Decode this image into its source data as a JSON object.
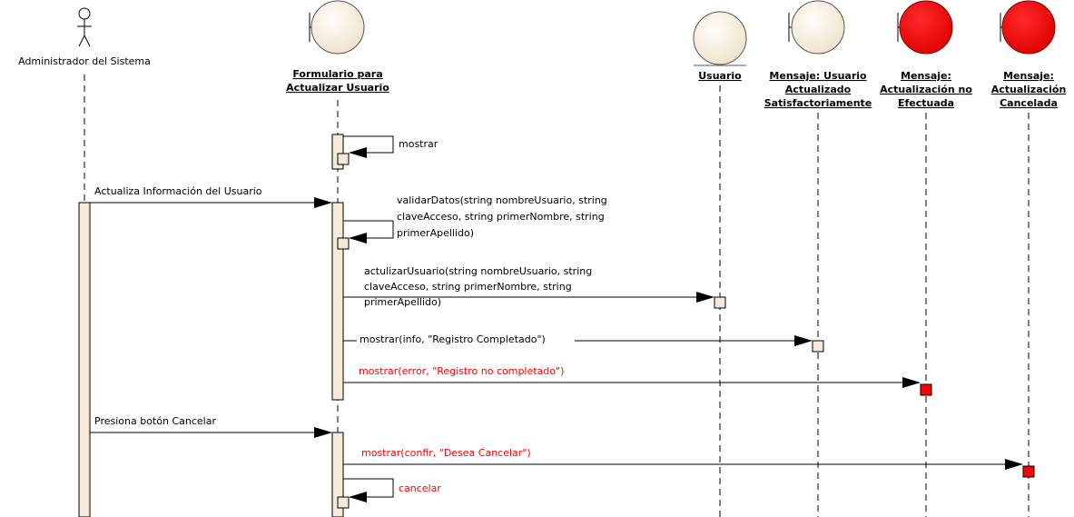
{
  "actor": {
    "label": "Administrador del Sistema"
  },
  "lifelines": [
    {
      "id": "formulario",
      "title_lines": [
        "Formulario para",
        "Actualizar Usuario"
      ],
      "shape": "boundary",
      "fill": "#f5ead8"
    },
    {
      "id": "usuario",
      "title_lines": [
        "Usuario"
      ],
      "shape": "entity",
      "fill": "#f5ead8"
    },
    {
      "id": "msg_ok",
      "title_lines": [
        "Mensaje: Usuario",
        "Actualizado",
        "Satisfactoriamente"
      ],
      "shape": "boundary",
      "fill": "#f5ead8"
    },
    {
      "id": "msg_fail",
      "title_lines": [
        "Mensaje:",
        "Actualización no",
        "Efectuada"
      ],
      "shape": "boundary",
      "fill": "#ff0000"
    },
    {
      "id": "msg_cancel",
      "title_lines": [
        "Mensaje:",
        "Actualización",
        "Cancelada"
      ],
      "shape": "boundary",
      "fill": "#ff0000"
    }
  ],
  "messages": [
    {
      "id": "m1",
      "lines": [
        "mostrar"
      ],
      "color": "#000000"
    },
    {
      "id": "m2",
      "lines": [
        "Actualiza Información del Usuario"
      ],
      "color": "#000000"
    },
    {
      "id": "m3",
      "lines": [
        "validarDatos(string nombreUsuario, string",
        "claveAcceso, string primerNombre, string",
        "primerApellido)"
      ],
      "color": "#000000"
    },
    {
      "id": "m4",
      "lines": [
        "actulizarUsuario(string nombreUsuario, string",
        "claveAcceso, string primerNombre, string",
        "primerApellido)"
      ],
      "color": "#000000"
    },
    {
      "id": "m5",
      "lines": [
        "mostrar(info, \"Registro Completado\")"
      ],
      "color": "#000000"
    },
    {
      "id": "m6",
      "lines": [
        "mostrar(error, \"Registro no completado\")"
      ],
      "color": "#ff0000"
    },
    {
      "id": "m7",
      "lines": [
        "Presiona botón Cancelar"
      ],
      "color": "#000000"
    },
    {
      "id": "m8",
      "lines": [
        "mostrar(confir, \"Desea Cancelar\")"
      ],
      "color": "#ff0000"
    },
    {
      "id": "m9",
      "lines": [
        "cancelar"
      ],
      "color": "#ff0000"
    }
  ]
}
